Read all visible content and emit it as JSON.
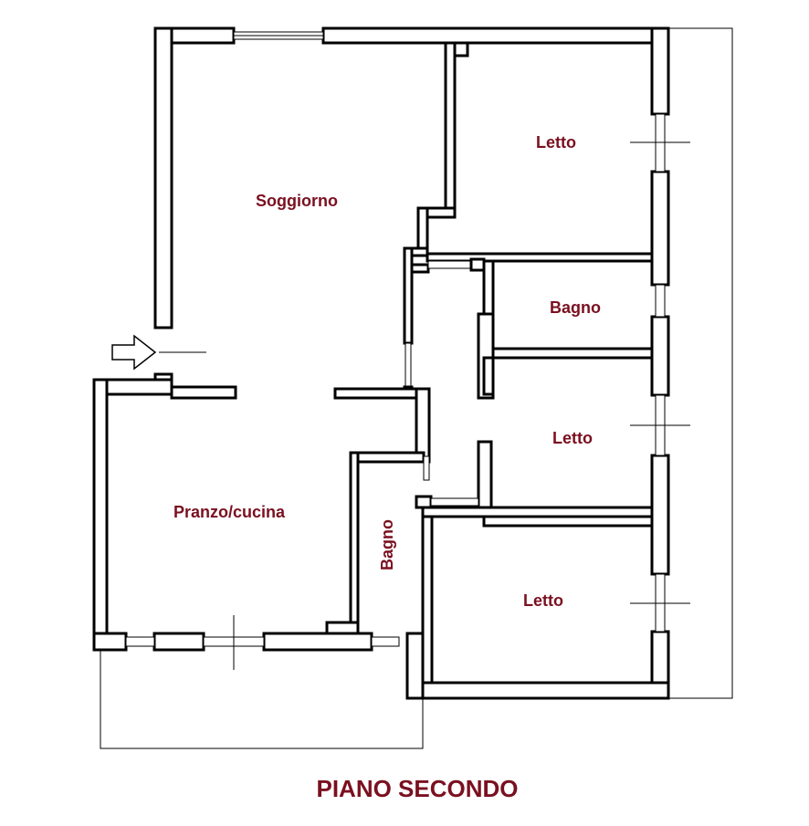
{
  "rooms": {
    "soggiorno": "Soggiorno",
    "pranzo_cucina": "Pranzo/cucina",
    "letto_1": "Letto",
    "bagno_1": "Bagno",
    "letto_2": "Letto",
    "bagno_2": "Bagno",
    "letto_3": "Letto"
  },
  "title": "PIANO SECONDO",
  "colors": {
    "label": "#7a1020",
    "wall": "#000000",
    "background": "#ffffff"
  },
  "icons": {
    "entrance": "arrow-right-icon"
  }
}
